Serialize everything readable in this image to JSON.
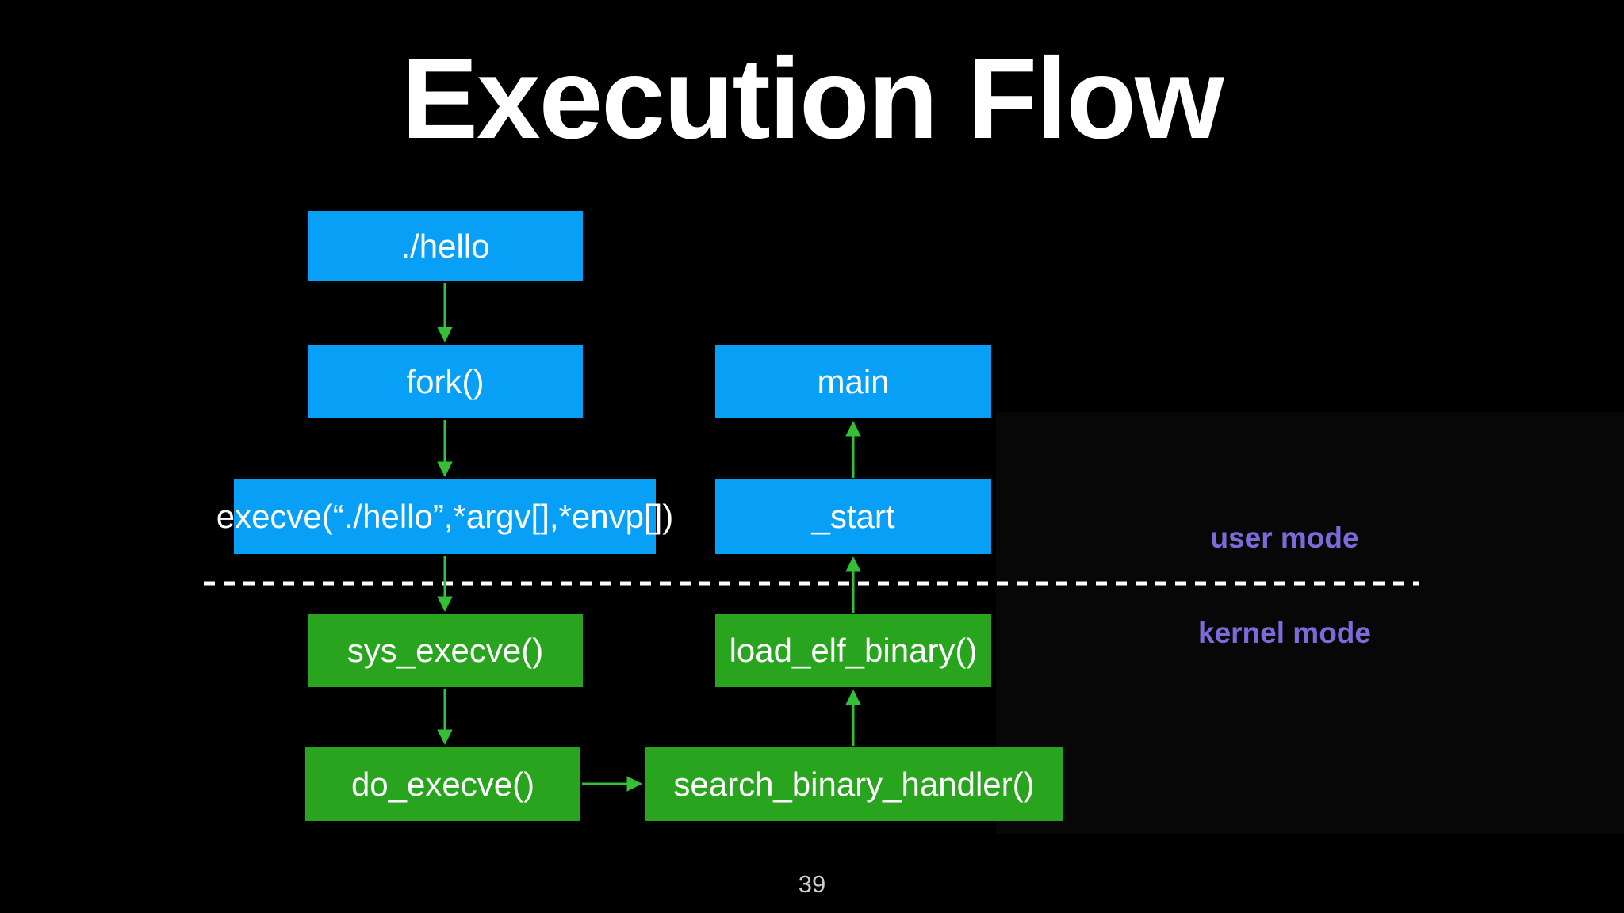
{
  "slide": {
    "title": "Execution Flow",
    "page_number": "39"
  },
  "modes": {
    "user": "user mode",
    "kernel": "kernel mode"
  },
  "colors": {
    "background": "#000000",
    "user_mode_box": "#08a0f6",
    "kernel_mode_box": "#28a41e",
    "arrow": "#34c034",
    "mode_label_text": "#7b6bd9",
    "divider": "#ffffff",
    "box_text": "#ffffff",
    "page_number_text": "#cccccc"
  },
  "diagram": {
    "nodes": {
      "hello": {
        "label": "./hello",
        "mode": "user"
      },
      "fork": {
        "label": "fork()",
        "mode": "user"
      },
      "execve": {
        "label": "execve(“./hello”,*argv[],*envp[])",
        "mode": "user"
      },
      "main": {
        "label": "main",
        "mode": "user"
      },
      "start": {
        "label": "_start",
        "mode": "user"
      },
      "sys_execve": {
        "label": "sys_execve()",
        "mode": "kernel"
      },
      "load_elf_binary": {
        "label": "load_elf_binary()",
        "mode": "kernel"
      },
      "do_execve": {
        "label": "do_execve()",
        "mode": "kernel"
      },
      "search_binary_handler": {
        "label": "search_binary_handler()",
        "mode": "kernel"
      }
    },
    "edges": [
      {
        "from": "hello",
        "to": "fork",
        "direction": "down"
      },
      {
        "from": "fork",
        "to": "execve",
        "direction": "down"
      },
      {
        "from": "execve",
        "to": "sys_execve",
        "direction": "down"
      },
      {
        "from": "sys_execve",
        "to": "do_execve",
        "direction": "down"
      },
      {
        "from": "do_execve",
        "to": "search_binary_handler",
        "direction": "right"
      },
      {
        "from": "search_binary_handler",
        "to": "load_elf_binary",
        "direction": "up"
      },
      {
        "from": "load_elf_binary",
        "to": "start",
        "direction": "up"
      },
      {
        "from": "start",
        "to": "main",
        "direction": "up"
      }
    ],
    "divider": {
      "style": "dashed",
      "separates": [
        "user mode",
        "kernel mode"
      ]
    }
  }
}
